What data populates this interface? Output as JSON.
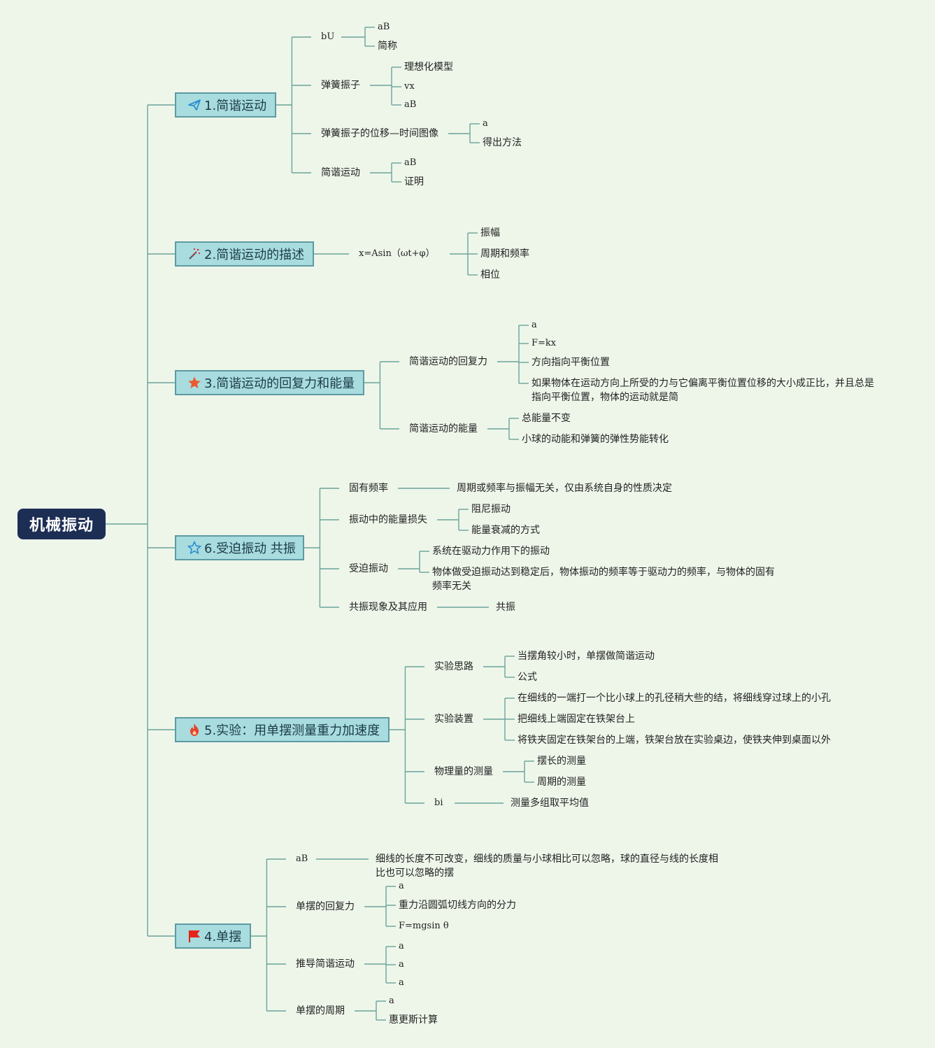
{
  "root": "机械振动",
  "branches": [
    {
      "label": "1.简谐运动",
      "icon": "paper-plane-icon",
      "children": [
        {
          "label": "bU",
          "leaves": [
            "aB",
            "简称"
          ]
        },
        {
          "label": "弹簧振子",
          "leaves": [
            "理想化模型",
            "vx",
            "aB"
          ]
        },
        {
          "label": "弹簧振子的位移—时间图像",
          "leaves": [
            "a",
            "得出方法"
          ]
        },
        {
          "label": "简谐运动",
          "leaves": [
            "aB",
            "证明"
          ]
        }
      ]
    },
    {
      "label": "2.简谐运动的描述",
      "icon": "magic-wand-icon",
      "children": [
        {
          "label": "x=Asin（ωt+φ）",
          "leaves": [
            "振幅",
            "周期和频率",
            "相位"
          ]
        }
      ]
    },
    {
      "label": "3.简谐运动的回复力和能量",
      "icon": "star-filled-icon",
      "children": [
        {
          "label": "简谐运动的回复力",
          "leaves": [
            "a",
            "F=kx",
            "方向指向平衡位置",
            "如果物体在运动方向上所受的力与它偏离平衡位置位移的大小成正比，并且总是指向平衡位置，物体的运动就是简"
          ]
        },
        {
          "label": "简谐运动的能量",
          "leaves": [
            "总能量不变",
            "小球的动能和弹簧的弹性势能转化"
          ]
        }
      ]
    },
    {
      "label": "6.受迫振动 共振",
      "icon": "star-outline-icon",
      "children": [
        {
          "label": "固有频率",
          "leaves": [
            "周期或频率与振幅无关，仅由系统自身的性质决定"
          ]
        },
        {
          "label": "振动中的能量损失",
          "leaves": [
            "阻尼振动",
            "能量衰减的方式"
          ]
        },
        {
          "label": "受迫振动",
          "leaves": [
            "系统在驱动力作用下的振动",
            "物体做受迫振动达到稳定后，物体振动的频率等于驱动力的频率，与物体的固有频率无关"
          ]
        },
        {
          "label": "共振现象及其应用",
          "leaves": [
            "共振"
          ]
        }
      ]
    },
    {
      "label": "5.实验：用单摆测量重力加速度",
      "icon": "fire-icon",
      "children": [
        {
          "label": "实验思路",
          "leaves": [
            "当摆角较小时，单摆做简谐运动",
            "公式"
          ]
        },
        {
          "label": "实验装置",
          "leaves": [
            "在细线的一端打一个比小球上的孔径稍大些的结，将细线穿过球上的小孔",
            "把细线上端固定在铁架台上",
            "将铁夹固定在铁架台的上端，铁架台放在实验桌边，使铁夹伸到桌面以外"
          ]
        },
        {
          "label": "物理量的测量",
          "leaves": [
            "摆长的测量",
            "周期的测量"
          ]
        },
        {
          "label": "bi",
          "leaves": [
            "测量多组取平均值"
          ]
        }
      ]
    },
    {
      "label": "4.单摆",
      "icon": "flag-icon",
      "children": [
        {
          "label": "aB",
          "leaves": [
            "细线的长度不可改变，细线的质量与小球相比可以忽略，球的直径与线的长度相比也可以忽略的摆"
          ]
        },
        {
          "label": "单摆的回复力",
          "leaves": [
            "a",
            "重力沿圆弧切线方向的分力",
            "F=mgsin θ"
          ]
        },
        {
          "label": "推导简谐运动",
          "leaves": [
            "a",
            "a",
            "a"
          ]
        },
        {
          "label": "单摆的周期",
          "leaves": [
            "a",
            "惠更斯计算"
          ]
        }
      ]
    }
  ],
  "colors": {
    "line": "#6aa39a",
    "root_bg": "#1d2e55",
    "branch_bg": "#a8dcde",
    "branch_border": "#5e9aa2",
    "background": "#eef6ea"
  }
}
